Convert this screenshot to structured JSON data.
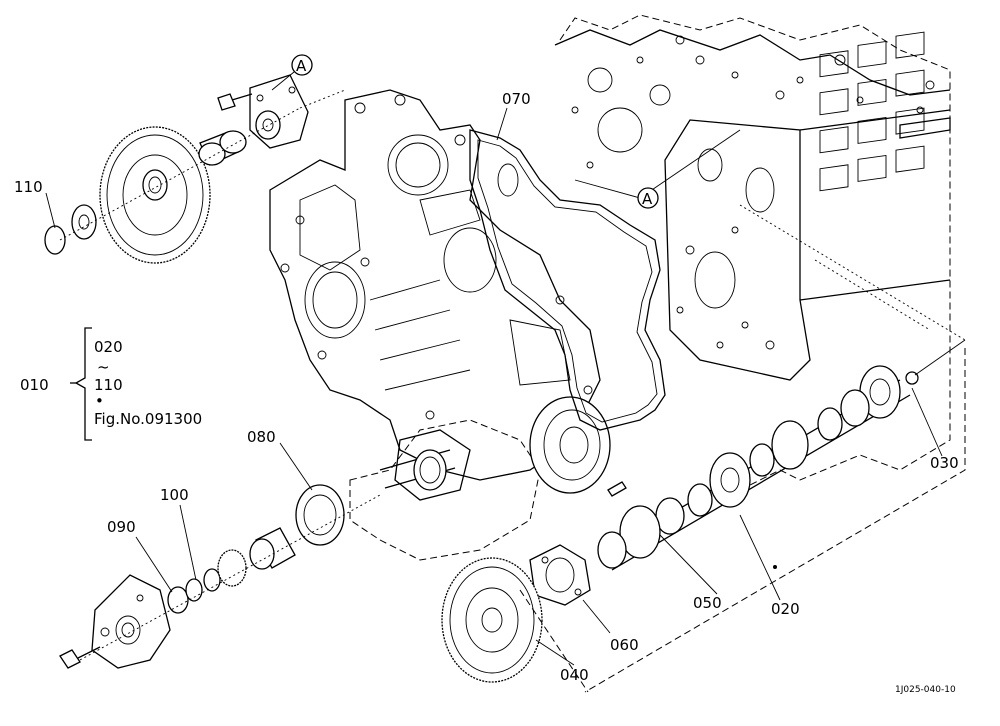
{
  "callouts": {
    "c010": "010",
    "c020_top": "020",
    "c020": "020",
    "tilde": "~",
    "c110_bracket": "110",
    "dot_mark": "•",
    "fig_ref": "Fig.No.091300",
    "c030": "030",
    "c040": "040",
    "c050": "050",
    "c060": "060",
    "c070": "070",
    "c080": "080",
    "c090": "090",
    "c100": "100",
    "c110": "110"
  },
  "markers": {
    "a_top": "A",
    "a_mid": "A"
  },
  "drawing_code": "1J025-040-10"
}
